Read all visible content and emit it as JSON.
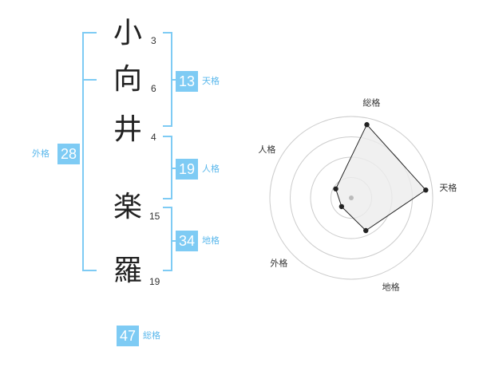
{
  "name_chars": [
    {
      "char": "小",
      "strokes": "3"
    },
    {
      "char": "向",
      "strokes": "6"
    },
    {
      "char": "井",
      "strokes": "4"
    },
    {
      "char": "楽",
      "strokes": "15"
    },
    {
      "char": "羅",
      "strokes": "19"
    }
  ],
  "scores": {
    "tenkaku": {
      "value": "13",
      "label": "天格"
    },
    "jinkaku": {
      "value": "19",
      "label": "人格"
    },
    "chikaku": {
      "value": "34",
      "label": "地格"
    },
    "gaikaku": {
      "value": "28",
      "label": "外格"
    },
    "soukaku": {
      "value": "47",
      "label": "総格"
    }
  },
  "chart_data": {
    "type": "radar",
    "axes": [
      "総格",
      "天格",
      "地格",
      "外格",
      "人格"
    ],
    "values": [
      4.6,
      4.6,
      2.2,
      0.8,
      1.1
    ],
    "rmax": 5,
    "rings": 4,
    "colors": {
      "fill": "#ececec",
      "line": "#222222",
      "grid": "#cccccc",
      "center": "#bbbbbb"
    }
  }
}
